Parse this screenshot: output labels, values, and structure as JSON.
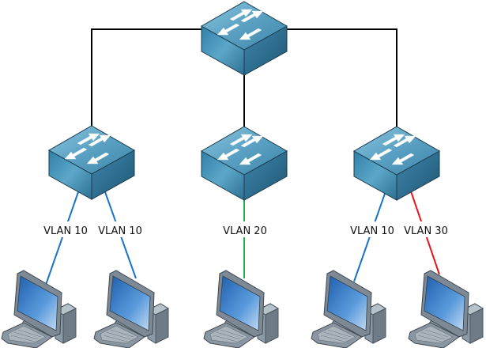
{
  "title": "VLAN topology",
  "colors": {
    "trunk": "#000000",
    "vlan10": "#1a73c9",
    "vlan20": "#21b24b",
    "vlan30": "#e8141c"
  },
  "devices": {
    "core_switch": {
      "type": "switch-icon"
    },
    "switches": [
      {
        "type": "switch-icon"
      },
      {
        "type": "switch-icon"
      },
      {
        "type": "switch-icon"
      }
    ],
    "computers": [
      {
        "type": "computer-icon",
        "vlan": "VLAN 10"
      },
      {
        "type": "computer-icon",
        "vlan": "VLAN 10"
      },
      {
        "type": "computer-icon",
        "vlan": "VLAN 20"
      },
      {
        "type": "computer-icon",
        "vlan": "VLAN 10"
      },
      {
        "type": "computer-icon",
        "vlan": "VLAN 30"
      }
    ]
  },
  "labels": [
    "VLAN 10",
    "VLAN 10",
    "VLAN 20",
    "VLAN 10",
    "VLAN 30"
  ]
}
